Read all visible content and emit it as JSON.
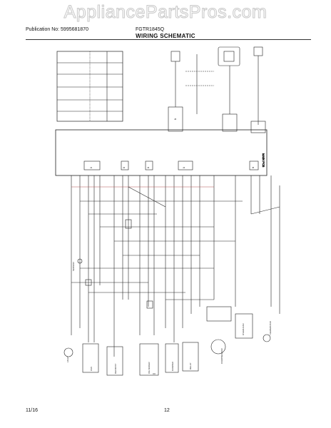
{
  "watermark": "AppliancePartsPros.com",
  "header": {
    "publication": "Publication No: 5995681870",
    "model": "FGTR1845Q",
    "title": "WIRING SCHEMATIC"
  },
  "footer": {
    "date": "11/16",
    "page": "12"
  },
  "schematic": {
    "side_label": "MAIN PCB",
    "connector_labels": [
      "J1",
      "J2",
      "J3",
      "J4",
      "J5",
      "J6"
    ],
    "component_labels": [
      "COMPRESSOR",
      "FAN",
      "DEFROST",
      "DAMPER",
      "LIGHT",
      "SENSOR",
      "OVERLOAD",
      "RELAY",
      "ICE MAKER",
      "THERMISTOR"
    ]
  }
}
